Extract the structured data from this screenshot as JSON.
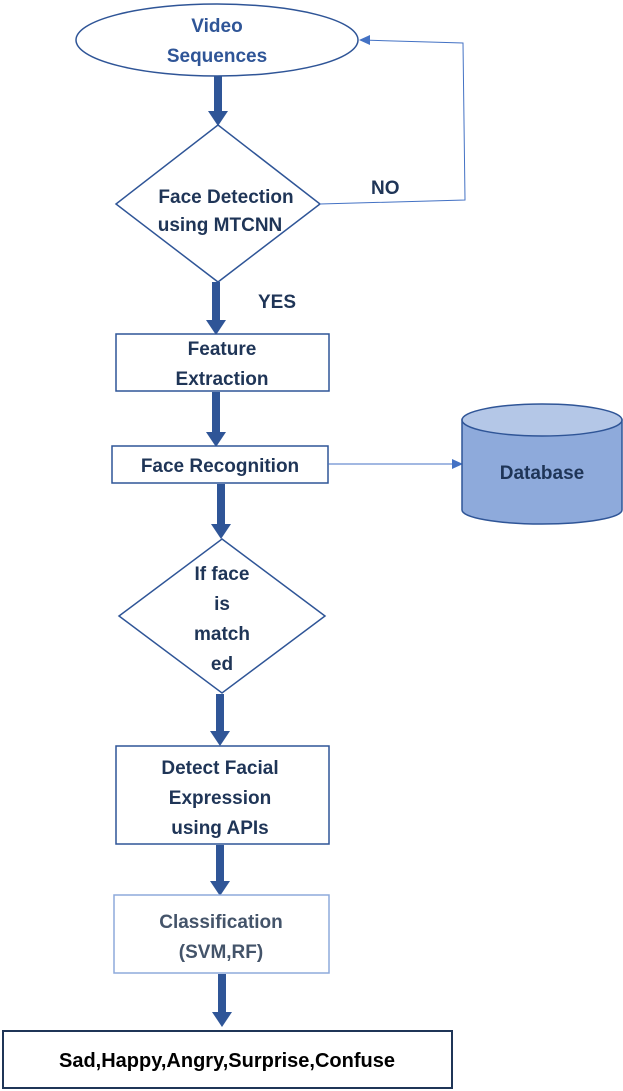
{
  "nodes": {
    "video_sequences": [
      "Video",
      "Sequences"
    ],
    "face_detection": [
      "Face Detection",
      "using MTCNN"
    ],
    "feature_extraction": [
      "Feature",
      "Extraction"
    ],
    "face_recognition": [
      "Face Recognition"
    ],
    "database": [
      "Database"
    ],
    "if_face_matched": [
      "If face",
      "is",
      "match",
      "ed"
    ],
    "detect_expression": [
      "Detect Facial",
      "Expression",
      " using APIs"
    ],
    "classification": [
      "Classification",
      "(SVM,RF)"
    ],
    "output": [
      "Sad,Happy,Angry,Surprise,Confuse"
    ]
  },
  "edge_labels": {
    "no": "NO",
    "yes": "YES"
  },
  "colors": {
    "stroke": "#2f5597",
    "text_dark": "#1f3557",
    "database_fill": "#8eaadb",
    "database_top": "#b4c7e7"
  }
}
